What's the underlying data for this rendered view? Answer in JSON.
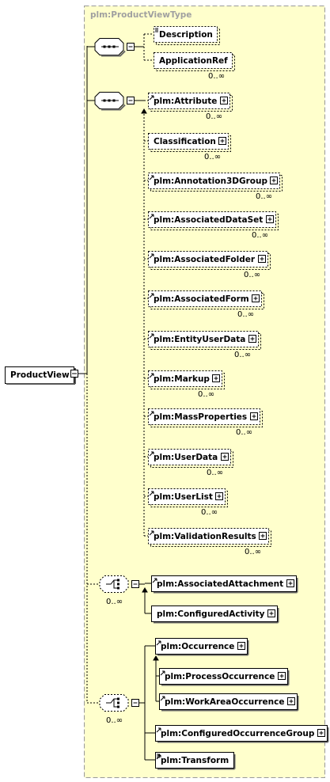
{
  "type_name": "plm:ProductViewType",
  "root": {
    "label": "ProductView"
  },
  "seq1": {
    "items": [
      {
        "label": "Description",
        "occurrence": ""
      },
      {
        "label": "ApplicationRef",
        "occurrence": "0..∞"
      }
    ]
  },
  "seq2": {
    "items": [
      {
        "label": "plm:Attribute",
        "occurrence": "0..∞"
      },
      {
        "label": "Classification",
        "occurrence": "0..∞"
      },
      {
        "label": "plm:Annotation3DGroup",
        "occurrence": "0..∞"
      },
      {
        "label": "plm:AssociatedDataSet",
        "occurrence": "0..∞"
      },
      {
        "label": "plm:AssociatedFolder",
        "occurrence": "0..∞"
      },
      {
        "label": "plm:AssociatedForm",
        "occurrence": "0..∞"
      },
      {
        "label": "plm:EntityUserData",
        "occurrence": "0..∞"
      },
      {
        "label": "plm:Markup",
        "occurrence": "0..∞"
      },
      {
        "label": "plm:MassProperties",
        "occurrence": "0..∞"
      },
      {
        "label": "plm:UserData",
        "occurrence": "0..∞"
      },
      {
        "label": "plm:UserList",
        "occurrence": "0..∞"
      },
      {
        "label": "plm:ValidationResults",
        "occurrence": "0..∞"
      }
    ]
  },
  "choice1": {
    "occurrence": "0..∞",
    "items": [
      {
        "label": "plm:AssociatedAttachment"
      },
      {
        "label": "plm:ConfiguredActivity"
      }
    ]
  },
  "choice2": {
    "occurrence": "0..∞",
    "items": [
      {
        "label": "plm:Occurrence"
      },
      {
        "label": "plm:ProcessOccurrence"
      },
      {
        "label": "plm:WorkAreaOccurrence"
      },
      {
        "label": "plm:ConfiguredOccurrenceGroup"
      },
      {
        "label": "plm:Transform"
      }
    ]
  },
  "colors": {
    "type_background": "#ffffcc",
    "type_border": "#999999",
    "line": "#000000"
  }
}
